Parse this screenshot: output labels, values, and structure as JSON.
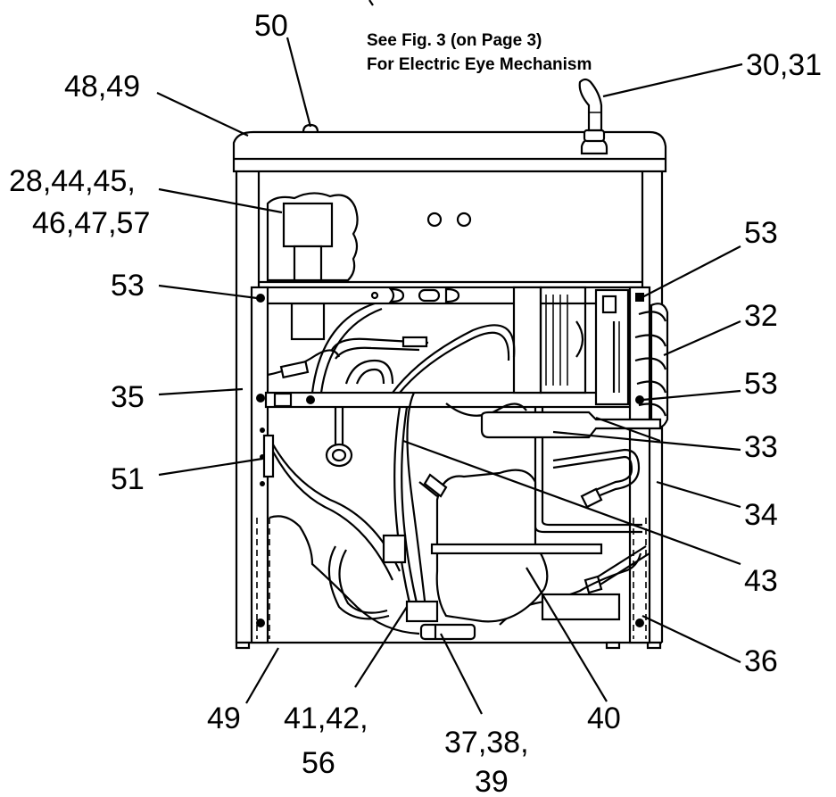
{
  "note": {
    "line1": "See Fig. 3 (on Page 3)",
    "line2": "For Electric Eye Mechanism"
  },
  "callouts": {
    "c50": "50",
    "c48_49": "48,49",
    "c30_31": "30,31",
    "c28_line1": "28,44,45,",
    "c28_line2": "46,47,57",
    "c53_left": "53",
    "c53_top_right": "53",
    "c32": "32",
    "c53_mid_right": "53",
    "c35": "35",
    "c33": "33",
    "c51": "51",
    "c34": "34",
    "c43": "43",
    "c36": "36",
    "c40": "40",
    "c49": "49",
    "c41_line1": "41,42,",
    "c41_line2": "56",
    "c37_line1": "37,38,",
    "c37_line2": "39"
  }
}
